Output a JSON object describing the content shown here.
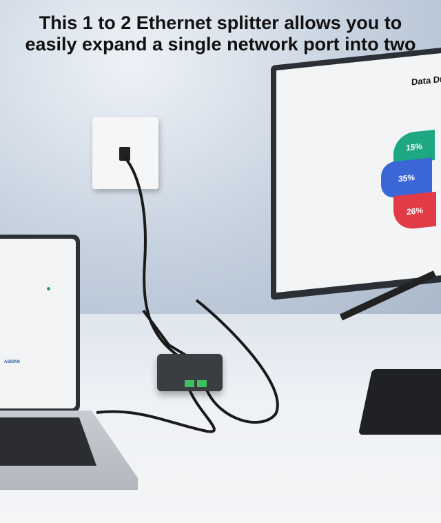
{
  "headline": "This 1 to 2 Ethernet splitter allows you to easily expand a single network port into two",
  "monitor": {
    "title": "Data Dr",
    "slices": [
      {
        "label": "15%",
        "color": "#1ea783"
      },
      {
        "label": "35%",
        "color": "#3b66d6"
      },
      {
        "label": "26%",
        "color": "#e23b45"
      }
    ]
  },
  "laptop": {
    "brand": "ASSIAN"
  }
}
